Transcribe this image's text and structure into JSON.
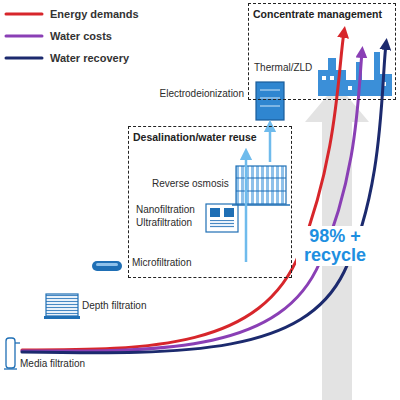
{
  "diagram": {
    "nodes": [
      {
        "text": [
          "Concentrate management"
        ]
      },
      {
        "text": [
          "Desalination/water reuse"
        ]
      }
    ],
    "labels": [
      "Thermal/ZLD",
      "Electrodeionization",
      "Reverse osmosis",
      "Nanofiltration",
      "Ultrafiltration",
      "Microfiltration",
      "Depth filtration",
      "Media filtration",
      "98% + recycle"
    ],
    "legend": [
      {
        "text": "Energy demands"
      },
      {
        "text": "Water costs"
      },
      {
        "text": "Water recovery"
      }
    ]
  }
}
